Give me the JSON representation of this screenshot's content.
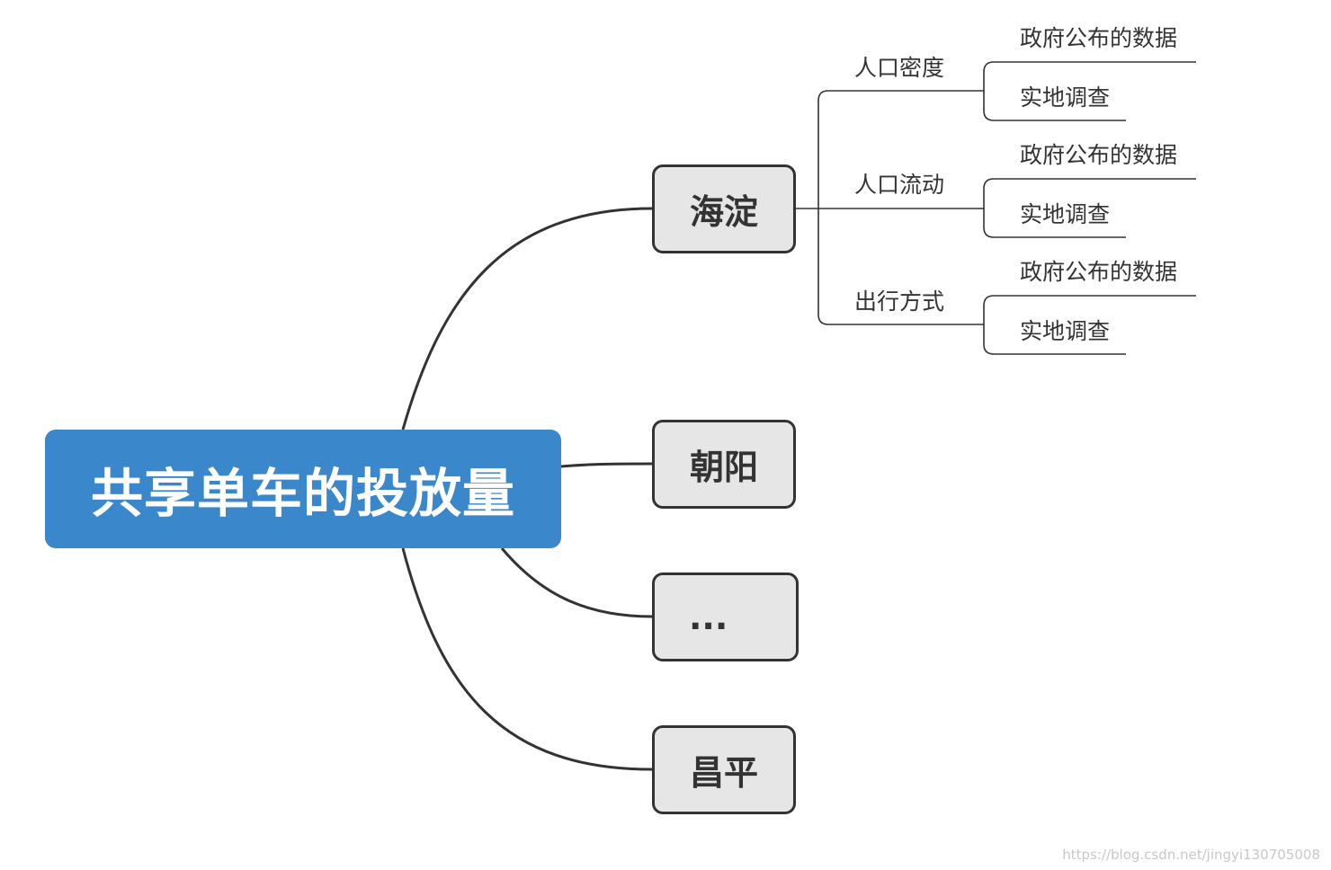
{
  "root": {
    "label": "共享单车的投放量"
  },
  "branches": [
    {
      "label": "海淀",
      "children": [
        {
          "label": "人口密度",
          "children": [
            "政府公布的数据",
            "实地调查"
          ]
        },
        {
          "label": "人口流动",
          "children": [
            "政府公布的数据",
            "实地调查"
          ]
        },
        {
          "label": "出行方式",
          "children": [
            "政府公布的数据",
            "实地调查"
          ]
        }
      ]
    },
    {
      "label": "朝阳"
    },
    {
      "label": "..."
    },
    {
      "label": "昌平"
    }
  ],
  "watermark": "https://blog.csdn.net/jingyi130705008",
  "colors": {
    "root_fill": "#3a87cb",
    "branch_fill": "#e6e6e6",
    "line": "#333333"
  }
}
